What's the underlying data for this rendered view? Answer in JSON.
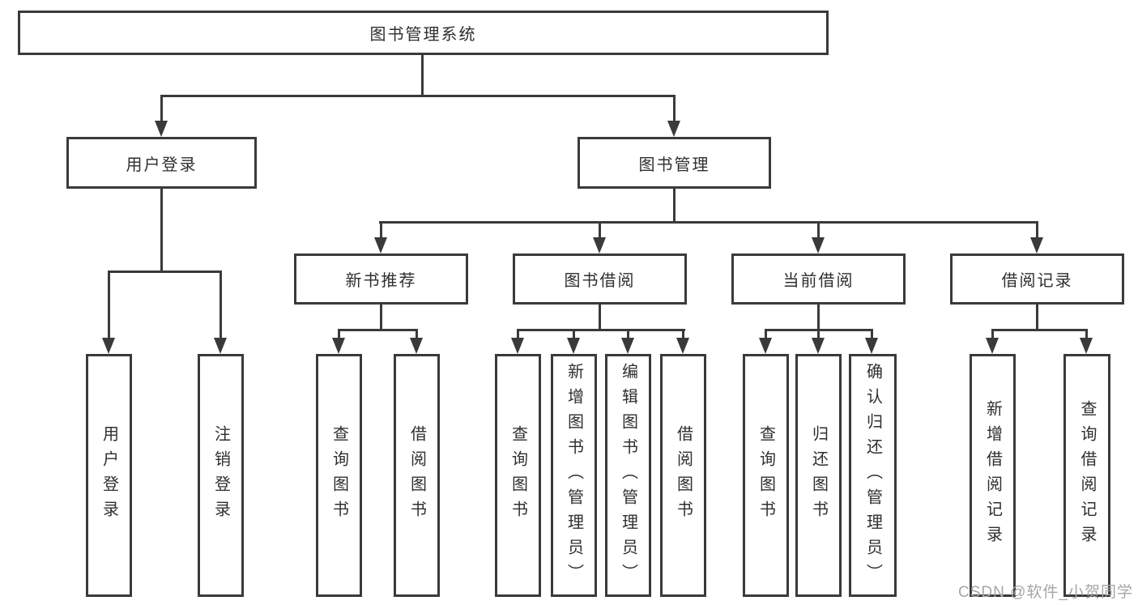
{
  "diagram": {
    "root": {
      "label": "图书管理系统"
    },
    "user_login": {
      "label": "用户登录",
      "children": {
        "login": "用户登录",
        "logout": "注销登录"
      }
    },
    "book_mgmt": {
      "label": "图书管理",
      "sections": {
        "recommend": {
          "label": "新书推荐",
          "children": {
            "query": "查询图书",
            "borrow": "借阅图书"
          }
        },
        "borrowing": {
          "label": "图书借阅",
          "children": {
            "query": "查询图书",
            "add": "新增图书（管理员）",
            "edit": "编辑图书（管理员）",
            "borrow": "借阅图书"
          }
        },
        "current": {
          "label": "当前借阅",
          "children": {
            "query": "查询图书",
            "return": "归还图书",
            "confirm": "确认归还（管理员）"
          }
        },
        "records": {
          "label": "借阅记录",
          "children": {
            "add": "新增借阅记录",
            "query": "查询借阅记录"
          }
        }
      }
    }
  },
  "watermark": {
    "text": "CSDN @软件_小贺同学"
  },
  "colors": {
    "border": "#3a3a3a",
    "text": "#2f2f2f",
    "watermark": "#a6a6a6",
    "background": "#ffffff"
  }
}
